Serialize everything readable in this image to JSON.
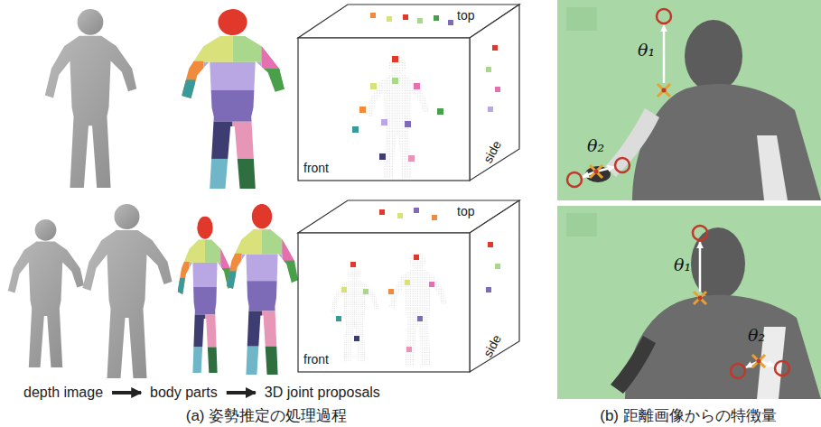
{
  "diagram": {
    "nodes": [
      {
        "text": [
          "depth image"
        ]
      },
      {
        "text": [
          "body parts"
        ]
      },
      {
        "text": [
          "3D joint proposals"
        ]
      }
    ],
    "edges": [
      {
        "from": 0,
        "to": 1,
        "arrow": "to"
      },
      {
        "from": 1,
        "to": 2,
        "arrow": "to"
      }
    ],
    "labels": [
      "top",
      "front",
      "side",
      "top",
      "front",
      "side",
      "θ₁",
      "θ₂",
      "θ₁",
      "θ₂",
      "(a) 姿勢推定の処理過程",
      "(b) 距離画像からの特徴量"
    ]
  }
}
